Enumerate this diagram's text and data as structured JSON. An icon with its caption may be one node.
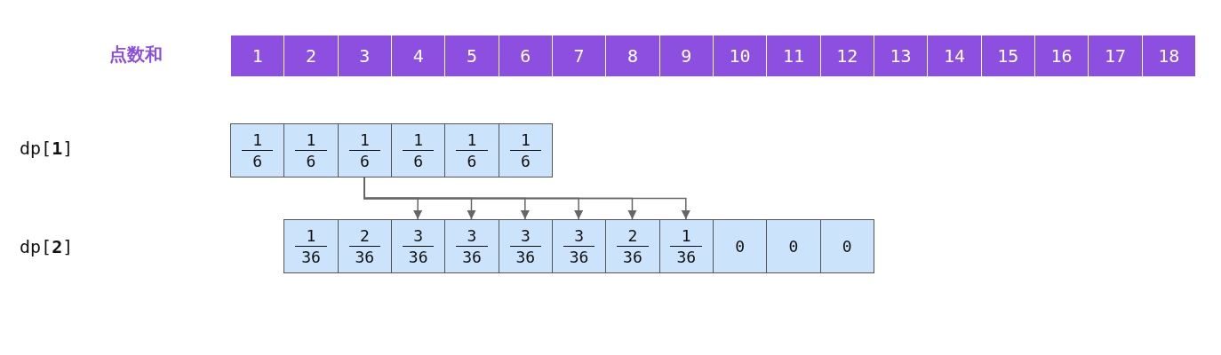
{
  "diagram": {
    "nodes": [
      {
        "text": [
          "1"
        ]
      },
      {
        "text": [
          "2"
        ]
      },
      {
        "text": [
          "3"
        ]
      },
      {
        "text": [
          "4"
        ]
      },
      {
        "text": [
          "5"
        ]
      },
      {
        "text": [
          "6"
        ]
      },
      {
        "text": [
          "7"
        ]
      },
      {
        "text": [
          "8"
        ]
      },
      {
        "text": [
          "9"
        ]
      },
      {
        "text": [
          "10"
        ]
      },
      {
        "text": [
          "11"
        ]
      },
      {
        "text": [
          "12"
        ]
      },
      {
        "text": [
          "13"
        ]
      },
      {
        "text": [
          "14"
        ]
      },
      {
        "text": [
          "15"
        ]
      },
      {
        "text": [
          "16"
        ]
      },
      {
        "text": [
          "17"
        ]
      },
      {
        "text": [
          "18"
        ]
      },
      {
        "text": [
          "1",
          "6"
        ]
      },
      {
        "text": [
          "1",
          "6"
        ]
      },
      {
        "text": [
          "1",
          "6"
        ]
      },
      {
        "text": [
          "1",
          "6"
        ]
      },
      {
        "text": [
          "1",
          "6"
        ]
      },
      {
        "text": [
          "1",
          "6"
        ]
      },
      {
        "text": [
          "1",
          "36"
        ]
      },
      {
        "text": [
          "2",
          "36"
        ]
      },
      {
        "text": [
          "3",
          "36"
        ]
      },
      {
        "text": [
          "3",
          "36"
        ]
      },
      {
        "text": [
          "3",
          "36"
        ]
      },
      {
        "text": [
          "3",
          "36"
        ]
      },
      {
        "text": [
          "2",
          "36"
        ]
      },
      {
        "text": [
          "1",
          "36"
        ]
      },
      {
        "text": [
          "0"
        ]
      },
      {
        "text": [
          "0"
        ]
      },
      {
        "text": [
          "0"
        ]
      }
    ],
    "edges": [
      {
        "from": 20,
        "to": 26,
        "arrow": "to"
      },
      {
        "from": 20,
        "to": 27,
        "arrow": "to"
      },
      {
        "from": 20,
        "to": 28,
        "arrow": "to"
      },
      {
        "from": 20,
        "to": 29,
        "arrow": "to"
      },
      {
        "from": 20,
        "to": 30,
        "arrow": "to"
      },
      {
        "from": 20,
        "to": 31,
        "arrow": "to"
      }
    ],
    "labels": [
      "点数和",
      "dp[**1**]",
      "dp[**2**]"
    ]
  }
}
